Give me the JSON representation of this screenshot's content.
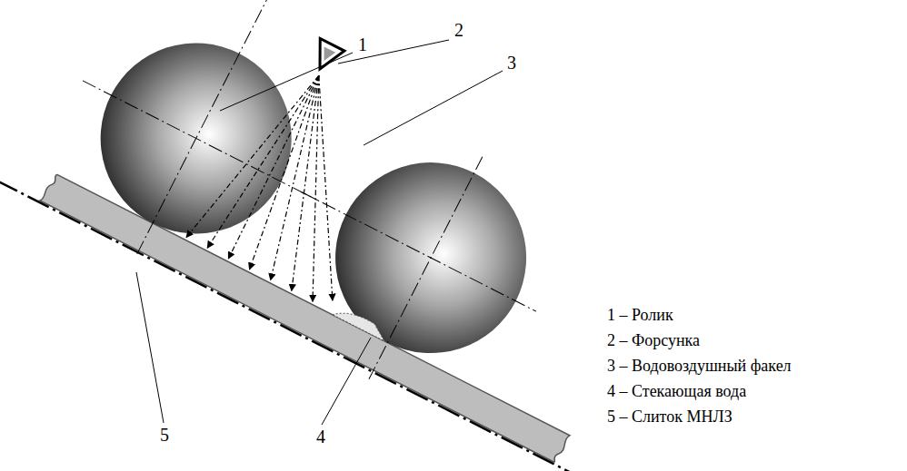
{
  "diagram": {
    "labels": [
      "1",
      "2",
      "3",
      "4",
      "5",
      "1 – Ролик",
      "2 – Форсунка",
      "3 – Водовоздушный факел",
      "4 – Стекающая вода",
      "5 – Слиток МНЛЗ"
    ]
  }
}
